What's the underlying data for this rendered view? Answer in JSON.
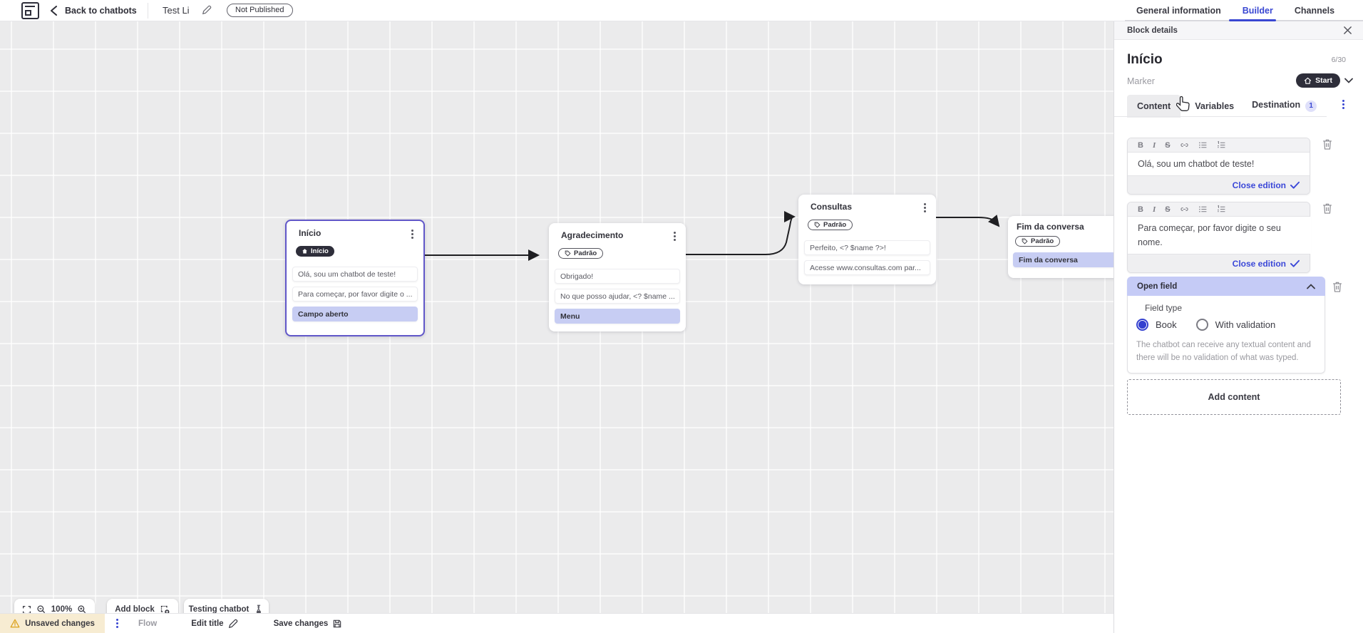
{
  "colors": {
    "accent": "#3947d2",
    "lavender_highlight": "#c7cdf3",
    "dark_pill": "#2e2e3a",
    "warning_bg": "#f7ecd2",
    "canvas_bg": "#ebebec"
  },
  "header": {
    "back_label": "Back to chatbots",
    "title": "Test Li",
    "status_badge": "Not Published",
    "tabs": [
      {
        "label": "General information",
        "active": false
      },
      {
        "label": "Builder",
        "active": true
      },
      {
        "label": "Channels",
        "active": false
      }
    ]
  },
  "canvas": {
    "blocks": [
      {
        "title": "Início",
        "marker": "Início",
        "items": [
          {
            "text": "Olá, sou um chatbot de teste!"
          },
          {
            "text": "Para começar, por favor digite o ..."
          },
          {
            "text": "Campo aberto"
          }
        ]
      },
      {
        "title": "Agradecimento",
        "tag": "Padrão",
        "items": [
          {
            "text": "Obrigado!"
          },
          {
            "text": "No que posso ajudar, <? $name ..."
          },
          {
            "text": "Menu"
          }
        ]
      },
      {
        "title": "Consultas",
        "tag": "Padrão",
        "items": [
          {
            "text": "Perfeito, <? $name ?>!"
          },
          {
            "text": "Acesse www.consultas.com par..."
          }
        ]
      },
      {
        "title": "Fim da conversa",
        "tag": "Padrão",
        "items": [
          {
            "text": "Fim da conversa"
          }
        ]
      }
    ],
    "toolbar": {
      "zoom_level": "100%",
      "add_block": "Add block",
      "testing": "Testing chatbot"
    }
  },
  "panel": {
    "header": "Block details",
    "block_name": "Início",
    "name_counter": "6/30",
    "marker_label": "Marker",
    "marker_value": "Start",
    "tabs": [
      {
        "label": "Content"
      },
      {
        "label": "Variables"
      },
      {
        "label": "Destination",
        "badge": "1"
      }
    ],
    "editor_toolbar": {
      "bold": "B",
      "italic": "I",
      "strike": "S"
    },
    "editors": [
      {
        "text": "Olá, sou um chatbot de teste!",
        "close_label": "Close edition"
      },
      {
        "text": "Para começar, por favor digite o seu nome.",
        "close_label": "Close edition"
      }
    ],
    "open_field": {
      "title": "Open field",
      "field_type_label": "Field type",
      "options": [
        {
          "label": "Book",
          "selected": true
        },
        {
          "label": "With validation",
          "selected": false
        }
      ],
      "help_text": "The chatbot can receive any textual content and there will be no validation of what was typed."
    },
    "add_content_label": "Add content"
  },
  "statusbar": {
    "unsaved": "Unsaved changes",
    "flow": "Flow",
    "edit_title": "Edit title",
    "save": "Save changes"
  }
}
